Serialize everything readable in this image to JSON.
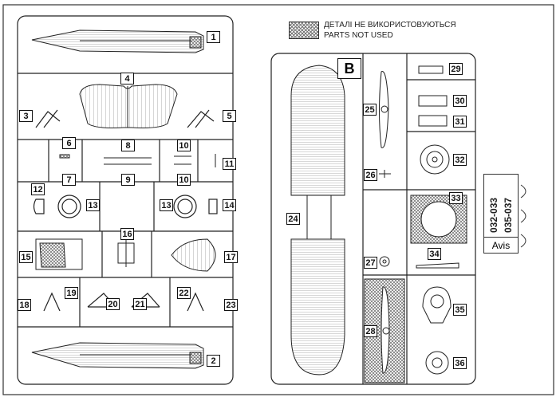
{
  "legend": {
    "line_uk": "ДЕТАЛІ НЕ ВИКОРИСТОВУЮТЬСЯ",
    "line_en": "PARTS NOT USED"
  },
  "sheet_letter": "B",
  "kit_codes": [
    "032-033",
    "035-037"
  ],
  "brand": "Avis",
  "part_labels": [
    "1",
    "2",
    "3",
    "4",
    "5",
    "6",
    "7",
    "8",
    "9",
    "10",
    "10",
    "11",
    "12",
    "13",
    "13",
    "14",
    "15",
    "16",
    "17",
    "18",
    "19",
    "20",
    "21",
    "22",
    "23",
    "24",
    "25",
    "26",
    "27",
    "28",
    "29",
    "30",
    "31",
    "32",
    "33",
    "34",
    "35",
    "36"
  ]
}
